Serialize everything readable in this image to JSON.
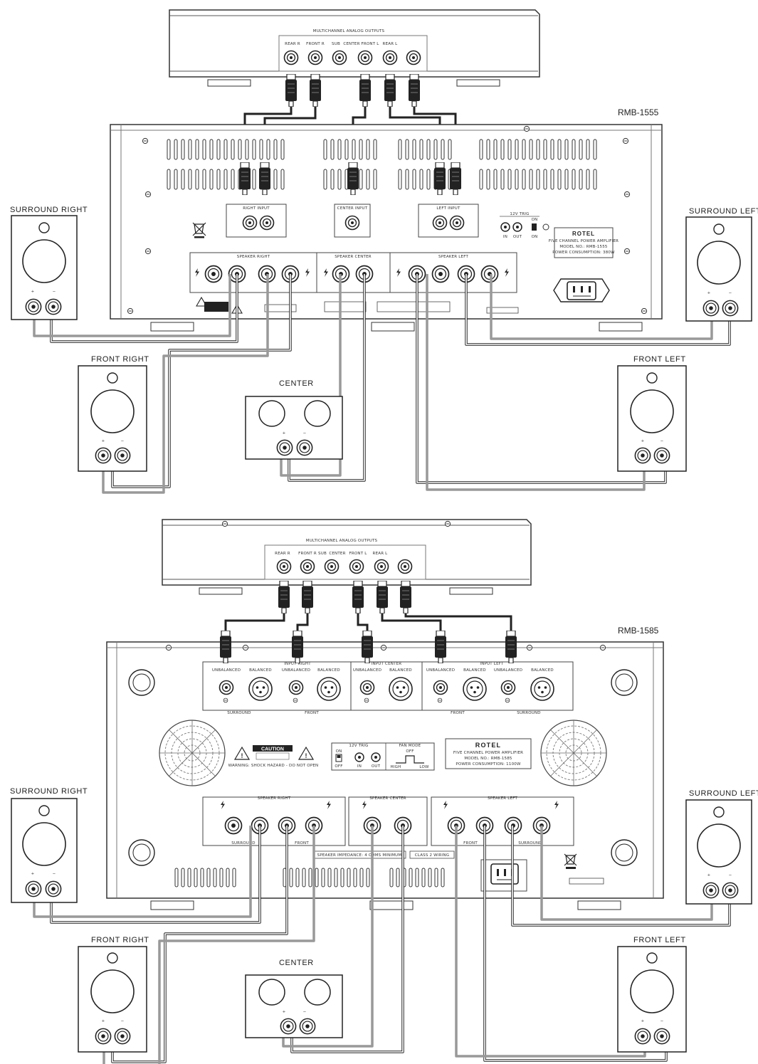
{
  "diagrams": [
    {
      "model": "RMB-1555",
      "source_panel": "MULTICHANNEL ANALOG OUTPUTS",
      "source_jacks": [
        "REAR R",
        "FRONT R",
        "SUB",
        "CENTER",
        "FRONT L",
        "REAR L"
      ],
      "speakers": {
        "surround_right": "SURROUND RIGHT",
        "surround_left": "SURROUND LEFT",
        "front_right": "FRONT RIGHT",
        "front_left": "FRONT LEFT",
        "center": "CENTER"
      },
      "input_groups": [
        "RIGHT INPUT",
        "CENTER INPUT",
        "LEFT INPUT"
      ],
      "terminal_groups": [
        "SPEAKER RIGHT",
        "SPEAKER CENTER",
        "SPEAKER LEFT"
      ],
      "trigger": {
        "title": "12V TRIG",
        "in": "IN",
        "out": "OUT",
        "on": "ON"
      },
      "brand": "ROTEL",
      "plate": [
        "FIVE CHANNEL POWER AMPLIFIER",
        "MODEL NO.: RMB-1555",
        "POWER CONSUMPTION: 380W"
      ],
      "polarity": [
        "+",
        "−"
      ]
    },
    {
      "model": "RMB-1585",
      "source_panel": "MULTICHANNEL ANALOG OUTPUTS",
      "source_jacks": [
        "REAR R",
        "FRONT R",
        "SUB",
        "CENTER",
        "FRONT L",
        "REAR L"
      ],
      "speakers": {
        "surround_right": "SURROUND RIGHT",
        "surround_left": "SURROUND LEFT",
        "front_right": "FRONT RIGHT",
        "front_left": "FRONT LEFT",
        "center": "CENTER"
      },
      "input_groups": [
        "INPUT RIGHT",
        "INPUT CENTER",
        "INPUT LEFT"
      ],
      "input_sub": [
        "UNBALANCED",
        "BALANCED"
      ],
      "input_bottom": [
        "SURROUND",
        "FRONT",
        "FRONT",
        "SURROUND"
      ],
      "terminal_groups": [
        "SPEAKER RIGHT",
        "SPEAKER CENTER",
        "SPEAKER LEFT"
      ],
      "terminal_tags": [
        "SURROUND",
        "FRONT",
        "FRONT",
        "SURROUND"
      ],
      "caution": "CAUTION",
      "warning": "WARNING: SHOCK HAZARD - DO NOT OPEN",
      "trigger": {
        "title": "12V TRIG",
        "on": "ON",
        "off": "OFF",
        "in": "IN",
        "out": "OUT"
      },
      "fan": {
        "title": "FAN MODE",
        "off": "OFF",
        "high": "HIGH",
        "low": "LOW"
      },
      "brand": "ROTEL",
      "plate": [
        "FIVE CHANNEL POWER AMPLIFIER",
        "MODEL NO.: RMB-1585",
        "POWER CONSUMPTION: 1100W"
      ],
      "impedance": "SPEAKER IMPEDANCE: 4 OHMS MINIMUM",
      "class": "CLASS 2 WIRING",
      "polarity": [
        "+",
        "−"
      ]
    }
  ]
}
